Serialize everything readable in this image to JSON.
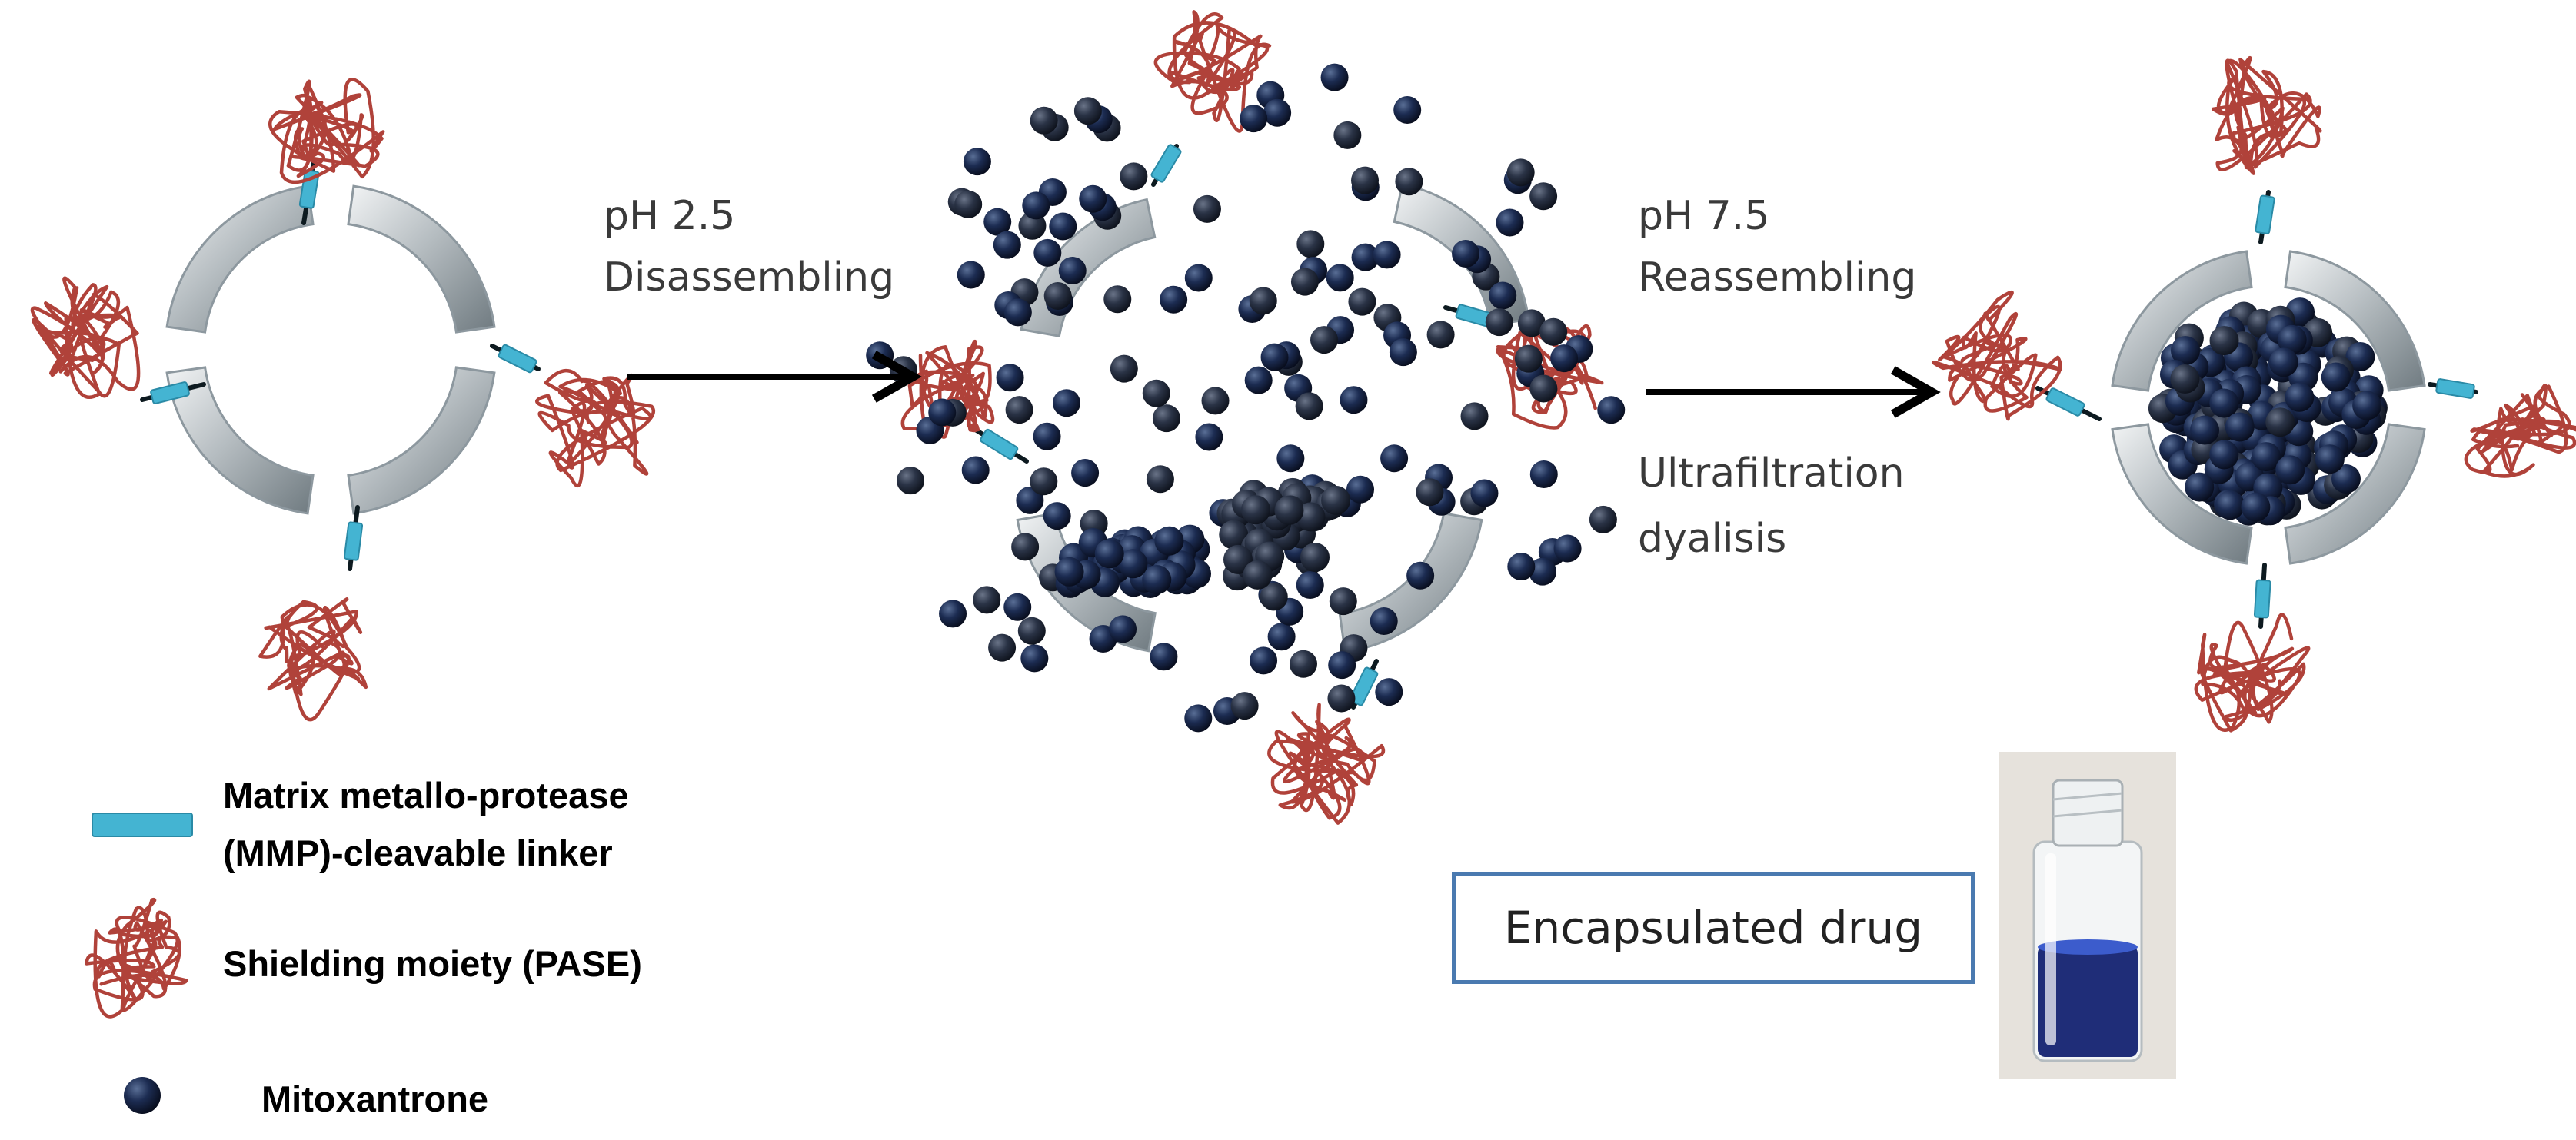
{
  "steps": {
    "disassemble": {
      "ph": "pH 2.5",
      "action": "Disassembling"
    },
    "reassemble": {
      "ph": "pH 7.5",
      "action": "Reassembling",
      "method_line1": "Ultrafiltration",
      "method_line2": "dyalisis"
    }
  },
  "legend": {
    "linker_line1": "Matrix metallo-protease",
    "linker_line2": "(MMP)-cleavable linker",
    "shield": "Shielding moiety (PASE)",
    "drug": "Mitoxantrone"
  },
  "photo_caption": "Encapsulated drug",
  "colors": {
    "linker": "#44b4d2",
    "shield": "#b0423a",
    "drug": "#14213f",
    "shell": "#8d989f",
    "arrow": "#000000",
    "caption_border": "#4a7ab0"
  }
}
